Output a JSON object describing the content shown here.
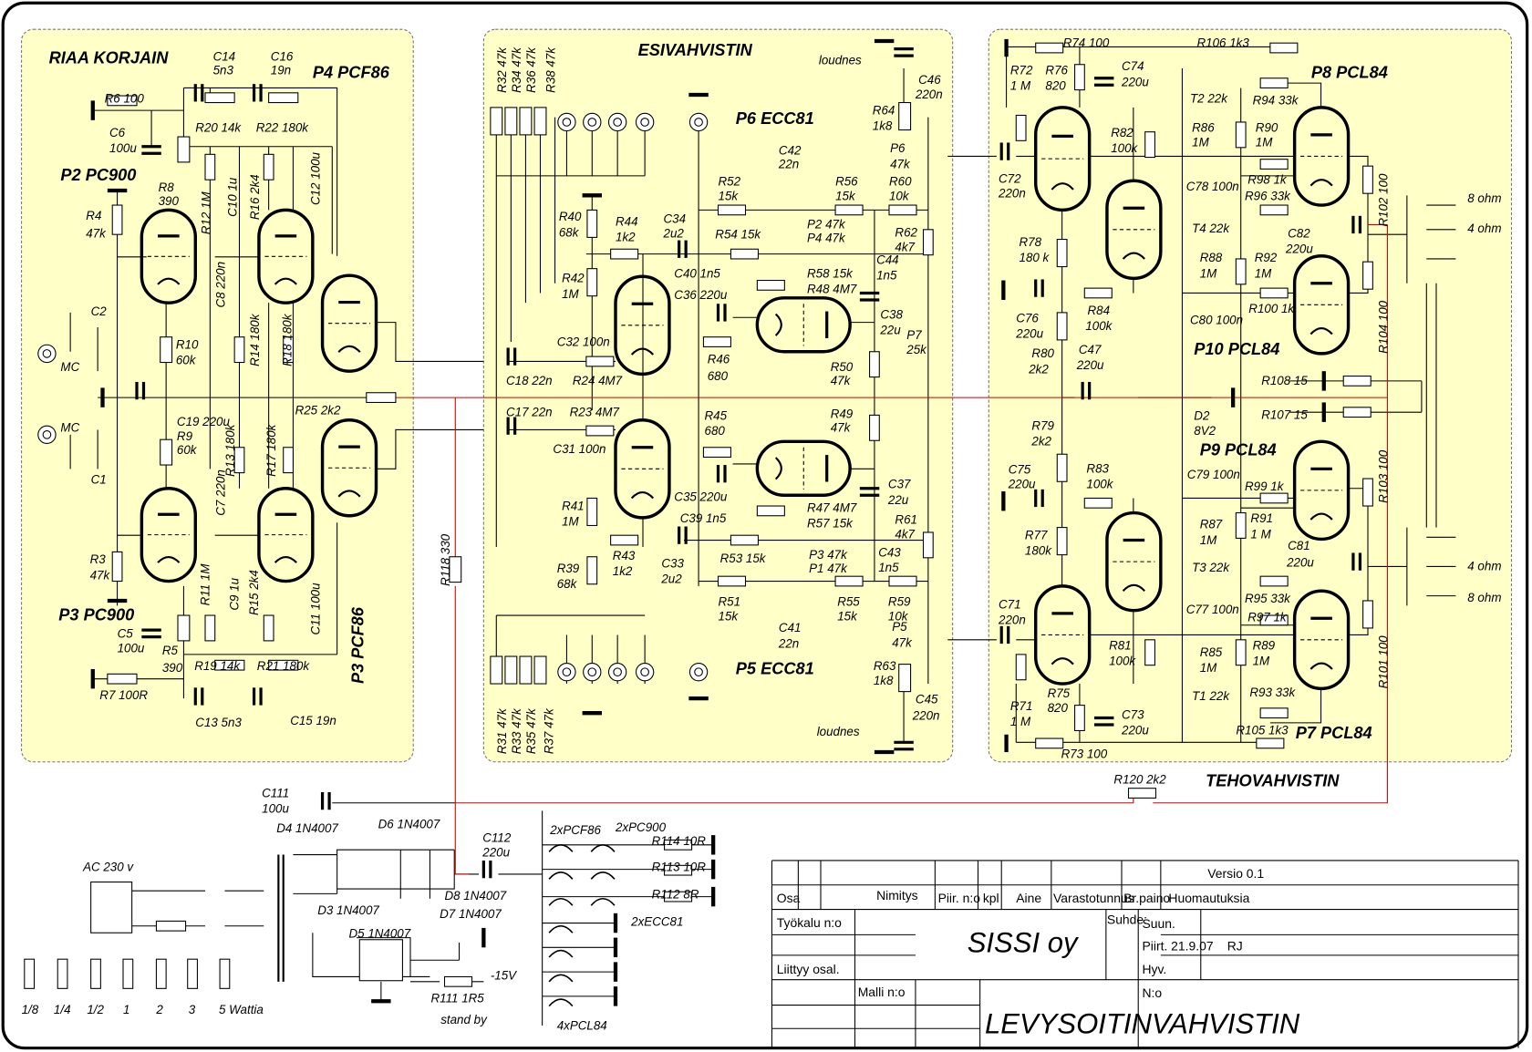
{
  "sections": {
    "riaa": "RIAA KORJAIN",
    "preamp": "ESIVAHVISTIN",
    "power": "TEHOVAHVISTIN"
  },
  "schematic_labels": [
    "C14",
    "5n3",
    "C16",
    "19n",
    "P4 PCF86",
    "R6 100",
    "C6",
    "100u",
    "R20 14k",
    "R22 180k",
    "P2 PC900",
    "R8",
    "390",
    "R12 1M",
    "C10 1u",
    "R16 2k4",
    "C12 100u",
    "R4",
    "47k",
    "C8 220n",
    "C2",
    "MC",
    "R10",
    "60k",
    "R14 180k",
    "R18 180k",
    "C19 220u",
    "R9",
    "60k",
    "R25 2k2",
    "R13 180k",
    "R17 180k",
    "MC",
    "C1",
    "C7 220n",
    "R3",
    "47k",
    "R11 1M",
    "C9 1u",
    "R15 2k4",
    "C11 100u",
    "P3 PC900",
    "C5",
    "100u",
    "R5",
    "390",
    "P3 PCF86",
    "R7 100R",
    "R19 14k",
    "R21 180k",
    "C13 5n3",
    "C15 19n",
    "R32 47k",
    "R34 47k",
    "R36 47k",
    "R38 47k",
    "loudnes",
    "C46",
    "220n",
    "P6 ECC81",
    "R64",
    "1k8",
    "P6",
    "47k",
    "C42",
    "22n",
    "R52",
    "15k",
    "R56",
    "15k",
    "R60",
    "10k",
    "R40",
    "68k",
    "R44",
    "1k2",
    "C34",
    "2u2",
    "P2 47k",
    "R54 15k",
    "P4 47k",
    "R62",
    "4k7",
    "R42",
    "1M",
    "C40 1n5",
    "C36 220u",
    "R58 15k",
    "C44",
    "1n5",
    "R48 4M7",
    "C38",
    "22u",
    "P7",
    "25k",
    "C32 100n",
    "R46",
    "680",
    "R50",
    "47k",
    "C18 22n",
    "R24 4M7",
    "C17 22n",
    "R23 4M7",
    "R45",
    "680",
    "R49",
    "47k",
    "C31 100n",
    "C37",
    "22u",
    "C35 220u",
    "R47 4M7",
    "R41",
    "1M",
    "C39 1n5",
    "R57 15k",
    "R61",
    "4k7",
    "R53 15k",
    "P3 47k",
    "P1 47k",
    "C43",
    "1n5",
    "R39",
    "68k",
    "R43",
    "1k2",
    "C33",
    "2u2",
    "R51",
    "15k",
    "R55",
    "15k",
    "R59",
    "10k",
    "C41",
    "22n",
    "P5",
    "47k",
    "P5 ECC81",
    "R63",
    "1k8",
    "C45",
    "220n",
    "loudnes",
    "R31 47k",
    "R33 47k",
    "R35 47k",
    "R37 47k",
    "R74 100",
    "R106 1k3",
    "R72",
    "1 M",
    "R76",
    "820",
    "C74",
    "220u",
    "P8 PCL84",
    "T2 22k",
    "R94 33k",
    "R82",
    "100k",
    "R86",
    "1M",
    "R90",
    "1M",
    "C72",
    "220n",
    "C78 100n",
    "R98 1k",
    "R96 33k",
    "R102 100",
    "8 ohm",
    "4 ohm",
    "T4 22k",
    "C82",
    "220u",
    "R78",
    "180 k",
    "R88",
    "1M",
    "R92",
    "1M",
    "C76",
    "220u",
    "R84",
    "100k",
    "C80 100n",
    "R100 1k",
    "R104 100",
    "R80",
    "2k2",
    "C47",
    "220u",
    "P10 PCL84",
    "R108 15",
    "R107 15",
    "D2",
    "8V2",
    "R79",
    "2k2",
    "P9 PCL84",
    "C75",
    "220u",
    "R83",
    "100k",
    "C79 100n",
    "R99 1k",
    "R103 100",
    "R87",
    "1M",
    "R91",
    "1 M",
    "C81",
    "220u",
    "R77",
    "180k",
    "T3 22k",
    "4 ohm",
    "R95 33k",
    "8 ohm",
    "C71",
    "220n",
    "C77 100n",
    "R97 1k",
    "R81",
    "100k",
    "R85",
    "1M",
    "R89",
    "1M",
    "R101 100",
    "T1 22k",
    "R93 33k",
    "R75",
    "820",
    "C73",
    "220u",
    "R71",
    "1 M",
    "R105 1k3",
    "P7 PCL84",
    "R73 100",
    "R120 2k2",
    "R118 330",
    "C111",
    "100u",
    "D4 1N4007",
    "D6 1N4007",
    "C112",
    "220u",
    "2xPCF86",
    "2xPC900",
    "R114 10R",
    "R113 10R",
    "R112 8R",
    "2xECC81",
    "AC 230 v",
    "D8 1N4007",
    "D3 1N4007",
    "D7 1N4007",
    "D5 1N4007",
    "-15V",
    "R111 1R5",
    "stand by",
    "4xPCL84",
    "1/8",
    "1/4",
    "1/2",
    "1",
    "2",
    "3",
    "5 Wattia"
  ],
  "title_block": {
    "version": "Versio 0.1",
    "osa": "Osa",
    "nimitys": "Nimitys",
    "piir_no": "Piir. n:o",
    "kpl": "kpl",
    "aine": "Aine",
    "varastotunnus": "Varastotunnus",
    "br_paino": "Br.paino",
    "huomautuksia": "Huomautuksia",
    "tyokalu": "Työkalu n:o",
    "company": "SISSI oy",
    "suhde": "Suhde:",
    "suun": "Suun.",
    "piirt": "Piirt. 21.9.07",
    "initials": "RJ",
    "liittyy": "Liittyy osal.",
    "hyv": "Hyv.",
    "malli": "Malli n:o",
    "product": "LEVYSOITINVAHVISTIN",
    "no": "N:o"
  }
}
